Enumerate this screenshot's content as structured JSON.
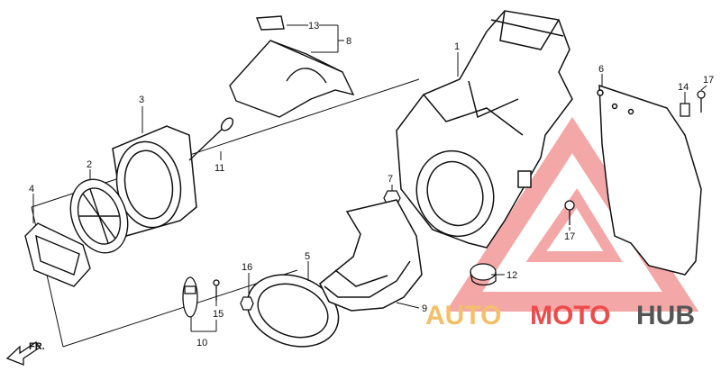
{
  "labels": {
    "p1": "1",
    "p2": "2",
    "p3": "3",
    "p4": "4",
    "p5": "5",
    "p6": "6",
    "p7": "7",
    "p8": "8",
    "p9": "9",
    "p10": "10",
    "p11": "11",
    "p12": "12",
    "p13": "13",
    "p14": "14",
    "p15": "15",
    "p16": "16",
    "p17a": "17",
    "p17b": "17"
  },
  "direction": {
    "label": "FR."
  },
  "watermark": {
    "auto": "AUTO",
    "moto": "MOTO",
    "hub": "HUB",
    "color_red": "#ee4b4b",
    "color_gold": "#f3c06a",
    "color_gray": "#555555"
  }
}
